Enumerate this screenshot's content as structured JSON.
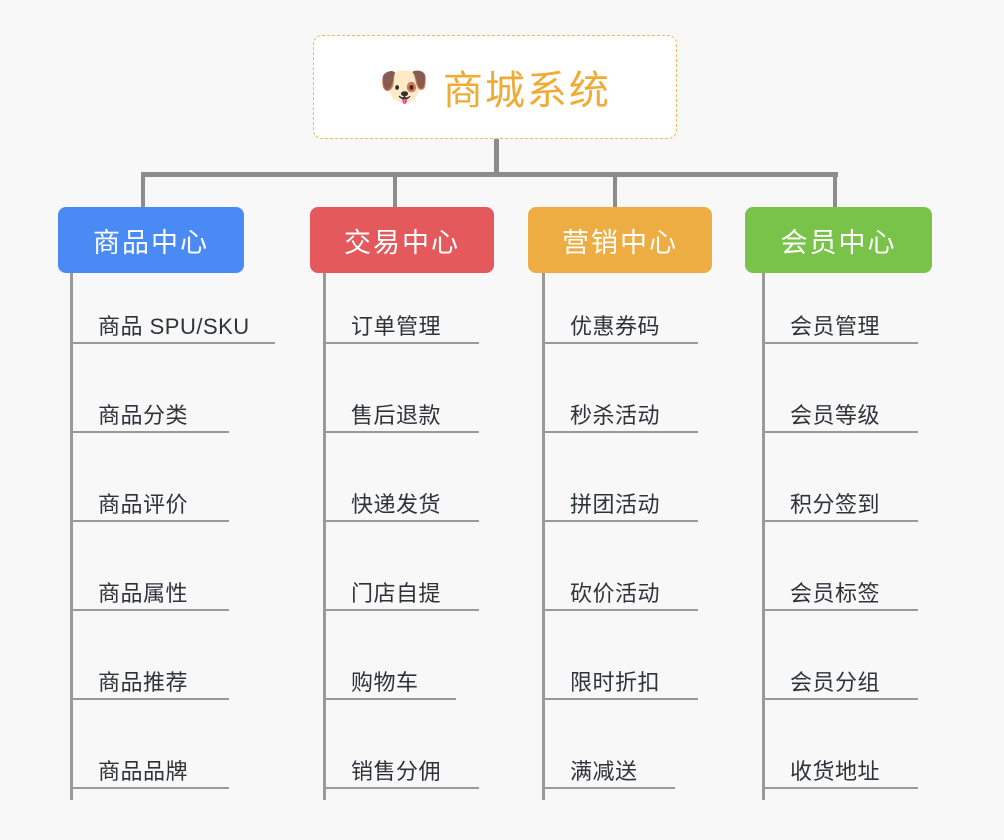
{
  "background_color": "#f8f8f8",
  "root": {
    "icon": "dog-face-icon",
    "icon_glyph": "🐶",
    "title": "商城系统",
    "text_color": "#f0ab35",
    "border_color": "#f0b959",
    "fill_color": "#ffffff"
  },
  "connector_color": "#8c8c8c",
  "columns": [
    {
      "header": "商品中心",
      "color": "#4a8af4",
      "items": [
        "商品 SPU/SKU",
        "商品分类",
        "商品评价",
        "商品属性",
        "商品推荐",
        "商品品牌"
      ]
    },
    {
      "header": "交易中心",
      "color": "#e4595b",
      "items": [
        "订单管理",
        "售后退款",
        "快递发货",
        "门店自提",
        "购物车",
        "销售分佣"
      ]
    },
    {
      "header": "营销中心",
      "color": "#eead43",
      "items": [
        "优惠券码",
        "秒杀活动",
        "拼团活动",
        "砍价活动",
        "限时折扣",
        "满减送"
      ]
    },
    {
      "header": "会员中心",
      "color": "#7ac martial",
      "items": [
        "会员管理",
        "会员等级",
        "积分签到",
        "会员标签",
        "会员分组",
        "收货地址"
      ]
    }
  ],
  "column_colors": {
    "product": "#4a8af4",
    "trade": "#e4595b",
    "marketing": "#eead43",
    "member": "#7ac34b"
  },
  "leaf_text_color": "#2f3338",
  "leaf_line_color": "#9a9a9a"
}
